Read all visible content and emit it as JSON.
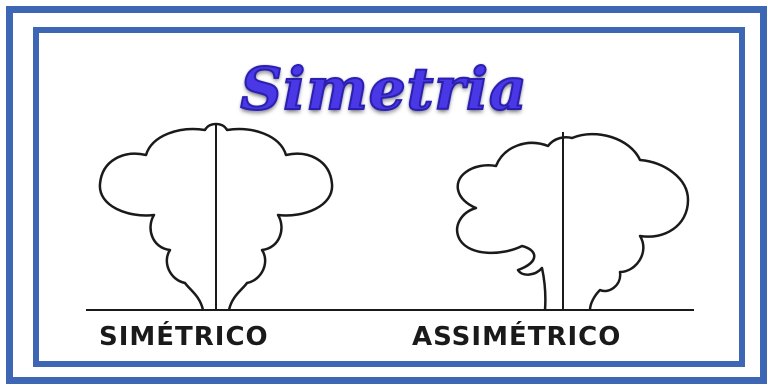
{
  "title": "Simetria",
  "labels": {
    "symmetric": "SIMÉTRICO",
    "asymmetric": "ASSIMÉTRICO"
  },
  "colors": {
    "frame": "#3d67b5",
    "title": "#4a38e6",
    "lines": "#1a1a1a"
  }
}
